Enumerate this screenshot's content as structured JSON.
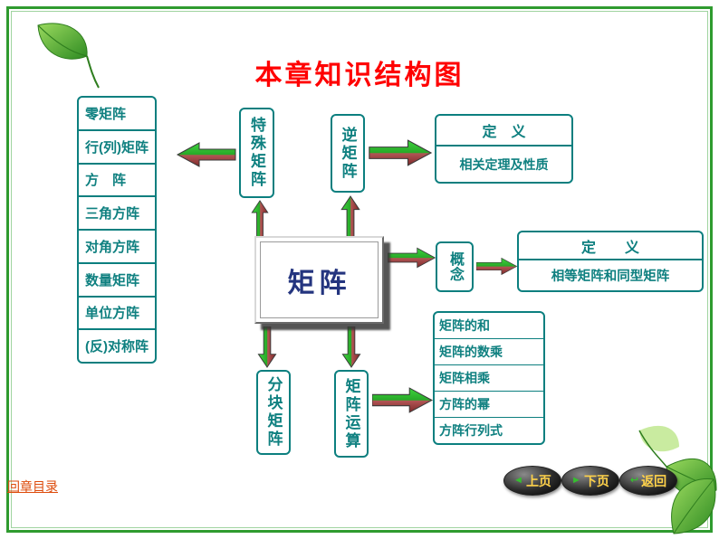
{
  "title": "本章知识结构图",
  "back_link": "回章目录",
  "center_box": "矩阵",
  "special_matrix": "特殊矩阵",
  "inverse_matrix": "逆矩阵",
  "block_matrix": "分块矩阵",
  "matrix_operations": "矩阵运算",
  "concept": "概念",
  "left_list": {
    "items": [
      "零矩阵",
      "行(列)矩阵",
      "方　阵",
      "三角方阵",
      "对角方阵",
      "数量矩阵",
      "单位方阵",
      "(反)对称阵"
    ]
  },
  "definition_top": {
    "header": "定　义",
    "body": "相关定理及性质"
  },
  "definition_right": {
    "header": "定　　义",
    "body": "相等矩阵和同型矩阵"
  },
  "operations_list": {
    "items": [
      "矩阵的和",
      "矩阵的数乘",
      "矩阵相乘",
      "方阵的幂",
      "方阵行列式"
    ]
  },
  "nav": {
    "prev": {
      "label": "上页",
      "icon": "◄"
    },
    "next": {
      "label": "下页",
      "icon": "►"
    },
    "back": {
      "label": "返回",
      "icon": "↩"
    }
  },
  "colors": {
    "accent_teal": "#0c7f7f",
    "title_red": "#ff0000",
    "arrow_green": "#3ed23e",
    "arrow_red": "#7e2a2a",
    "frame_green": "#2f9b2f",
    "nav_text_yellow": "#ffd24a",
    "center_text_navy": "#24357f"
  }
}
